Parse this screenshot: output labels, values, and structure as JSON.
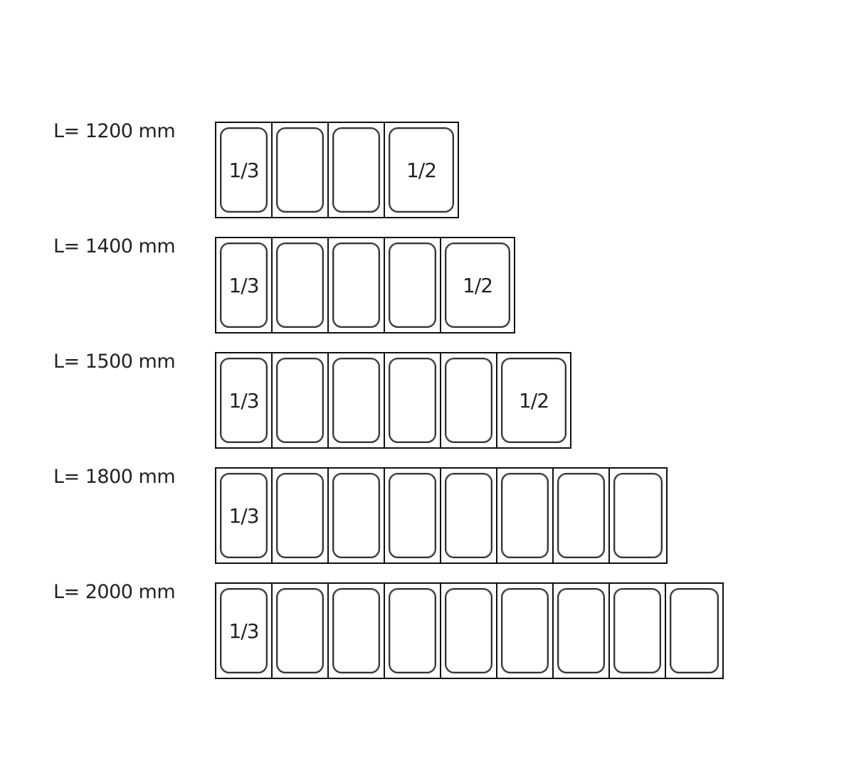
{
  "rows": [
    {
      "label": "L= 1200 mm",
      "pans": [
        {
          "size": "third",
          "text": "1/3"
        },
        {
          "size": "third",
          "text": ""
        },
        {
          "size": "third",
          "text": ""
        },
        {
          "size": "half",
          "text": "1/2"
        }
      ]
    },
    {
      "label": "L= 1400 mm",
      "pans": [
        {
          "size": "third",
          "text": "1/3"
        },
        {
          "size": "third",
          "text": ""
        },
        {
          "size": "third",
          "text": ""
        },
        {
          "size": "third",
          "text": ""
        },
        {
          "size": "half",
          "text": "1/2"
        }
      ]
    },
    {
      "label": "L= 1500 mm",
      "pans": [
        {
          "size": "third",
          "text": "1/3"
        },
        {
          "size": "third",
          "text": ""
        },
        {
          "size": "third",
          "text": ""
        },
        {
          "size": "third",
          "text": ""
        },
        {
          "size": "third",
          "text": ""
        },
        {
          "size": "half",
          "text": "1/2"
        }
      ]
    },
    {
      "label": "L= 1800 mm",
      "pans": [
        {
          "size": "third",
          "text": "1/3"
        },
        {
          "size": "third",
          "text": ""
        },
        {
          "size": "third",
          "text": ""
        },
        {
          "size": "third",
          "text": ""
        },
        {
          "size": "third",
          "text": ""
        },
        {
          "size": "third",
          "text": ""
        },
        {
          "size": "third",
          "text": ""
        },
        {
          "size": "third",
          "text": ""
        }
      ]
    },
    {
      "label": "L= 2000 mm",
      "pans": [
        {
          "size": "third",
          "text": "1/3"
        },
        {
          "size": "third",
          "text": ""
        },
        {
          "size": "third",
          "text": ""
        },
        {
          "size": "third",
          "text": ""
        },
        {
          "size": "third",
          "text": ""
        },
        {
          "size": "third",
          "text": ""
        },
        {
          "size": "third",
          "text": ""
        },
        {
          "size": "third",
          "text": ""
        },
        {
          "size": "third",
          "text": ""
        }
      ]
    }
  ]
}
